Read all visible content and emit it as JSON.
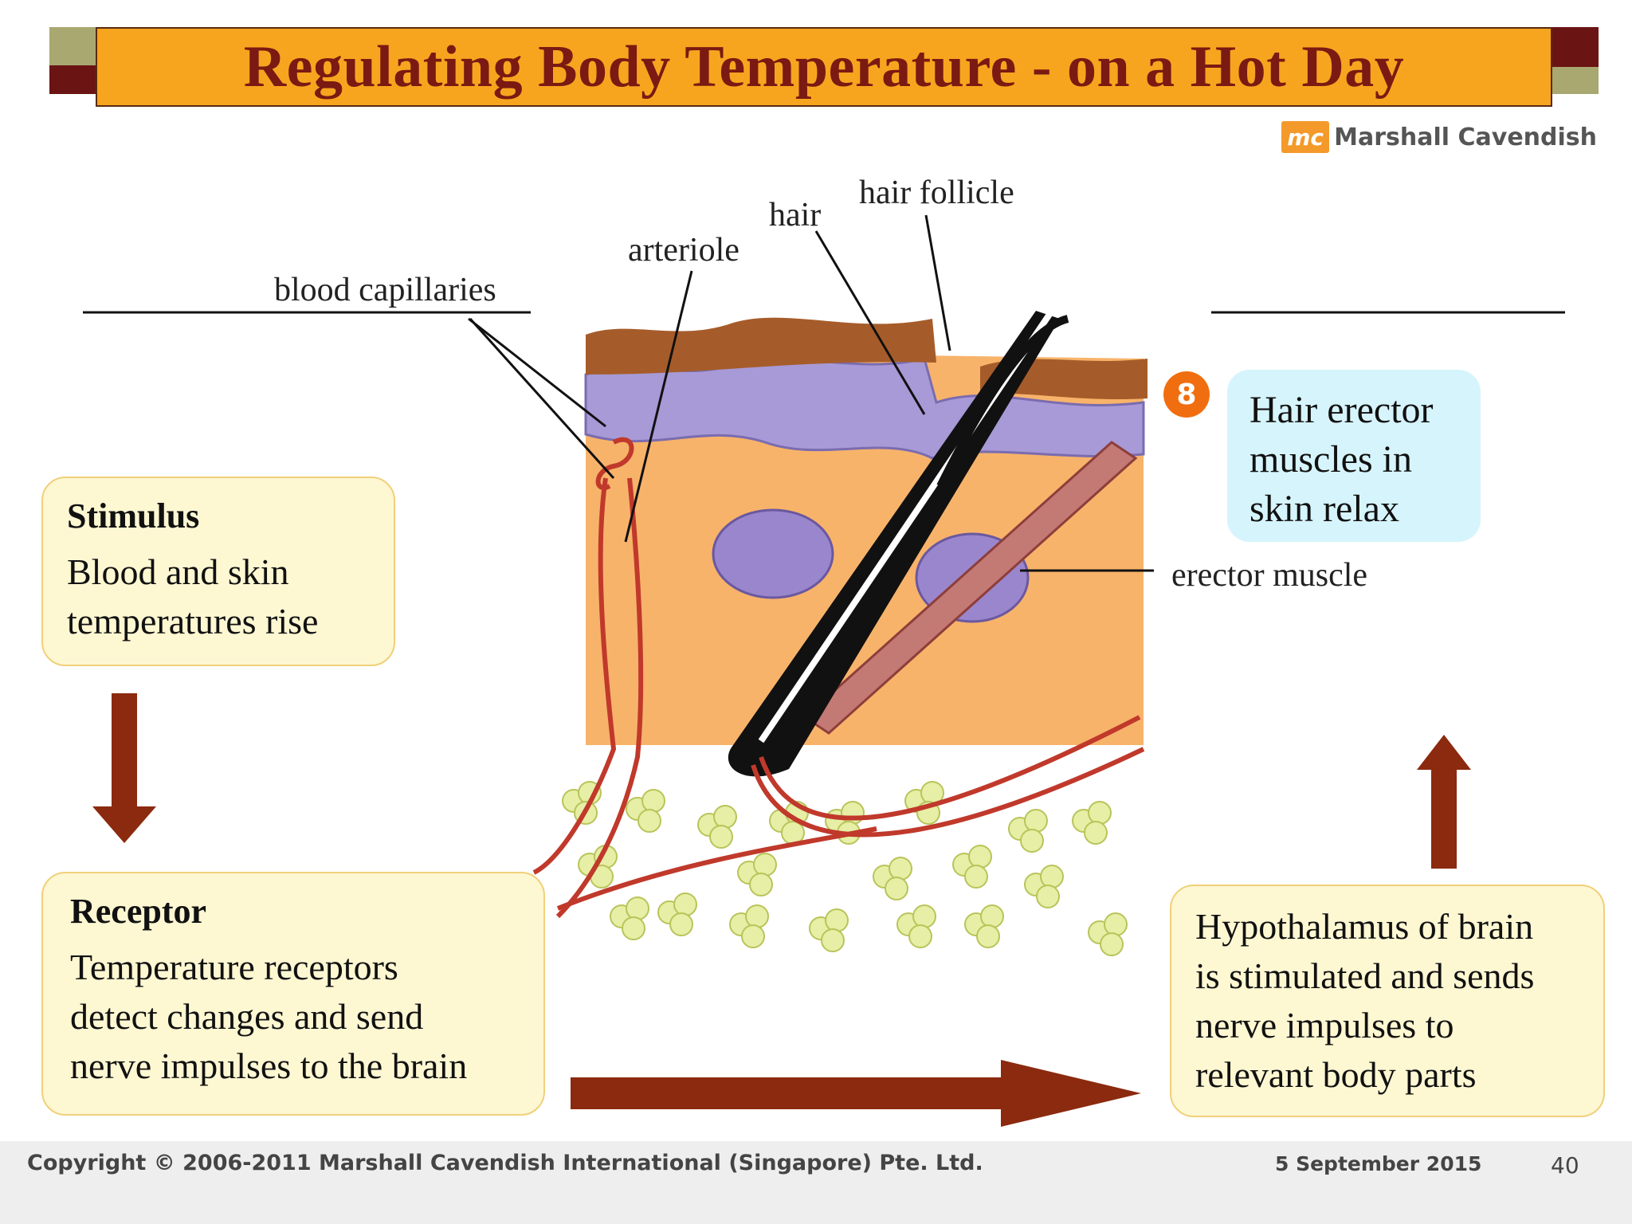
{
  "title": "Regulating Body Temperature - on a Hot Day",
  "publisher": {
    "logo": "mc",
    "name": "Marshall Cavendish"
  },
  "labels": {
    "hair_follicle": "hair follicle",
    "hair": "hair",
    "arteriole": "arteriole",
    "blood_capillaries": "blood capillaries",
    "erector_muscle": "erector muscle"
  },
  "stimulus": {
    "heading": "Stimulus",
    "line1": "Blood and skin",
    "line2": "temperatures rise"
  },
  "receptor": {
    "heading": "Receptor",
    "line1": "Temperature receptors",
    "line2": "detect changes and send",
    "line3": "nerve impulses to the brain"
  },
  "hypothalamus": {
    "line1": "Hypothalamus of brain",
    "line2": "is stimulated and sends",
    "line3": "nerve impulses to",
    "line4": "relevant body parts"
  },
  "step": {
    "number": "8",
    "line1": "Hair erector",
    "line2": "muscles in",
    "line3": "skin relax"
  },
  "footer": {
    "copyright": "Copyright © 2006-2011 Marshall Cavendish International (Singapore) Pte. Ltd.",
    "date": "5 September 2015",
    "page": "40"
  },
  "colors": {
    "title_bg": "#f7a51f",
    "title_text": "#7a1a12",
    "arrow": "#8b2a0e",
    "box_bg": "#fdf7d2",
    "step_bg": "#d6f4fb",
    "badge": "#f06e0f"
  }
}
